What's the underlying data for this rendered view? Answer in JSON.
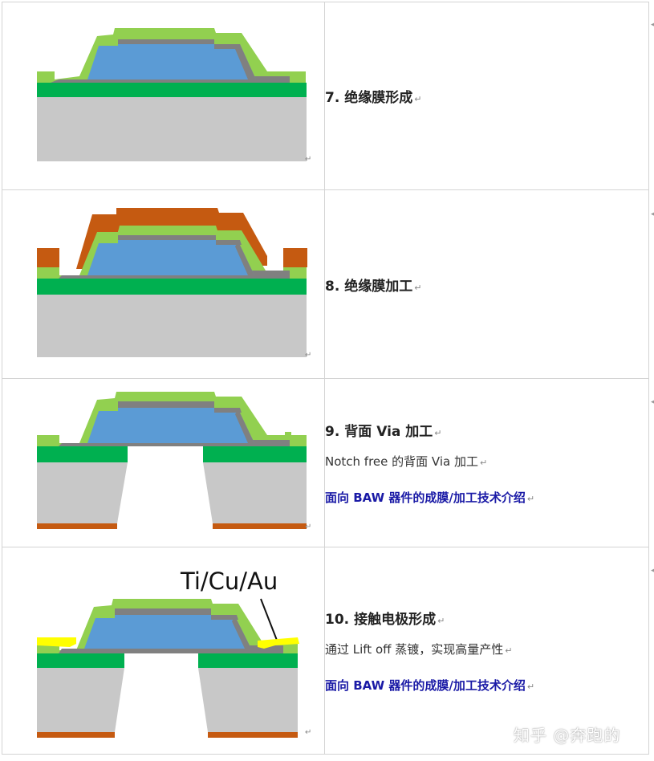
{
  "steps": [
    {
      "number": "7.",
      "title": "绝缘膜形成",
      "description": "",
      "link": ""
    },
    {
      "number": "8.",
      "title": "绝缘膜加工",
      "description": "",
      "link": ""
    },
    {
      "number": "9.",
      "title": "背面 Via 加工",
      "description": "Notch free 的背面 Via 加工",
      "link": "面向 BAW 器件的成膜/加工技术介绍"
    },
    {
      "number": "10.",
      "title": "接触电极形成",
      "description": "通过 Lift off 蒸镀，实现高量产性",
      "link": "面向 BAW 器件的成膜/加工技术介绍"
    }
  ],
  "diagram_label": "Ti/Cu/Au",
  "paragraph_mark": "↵",
  "side_mark": "◂",
  "watermark": "知乎 @奔跑的",
  "colors": {
    "substrate": "#c8c8c8",
    "green_layer": "#00b050",
    "light_green": "#92d050",
    "gray_electrode": "#808080",
    "blue_piezo": "#5b9bd5",
    "orange_resist": "#c55a11",
    "yellow_contact": "#ffff00",
    "link": "#1a1aa6"
  }
}
